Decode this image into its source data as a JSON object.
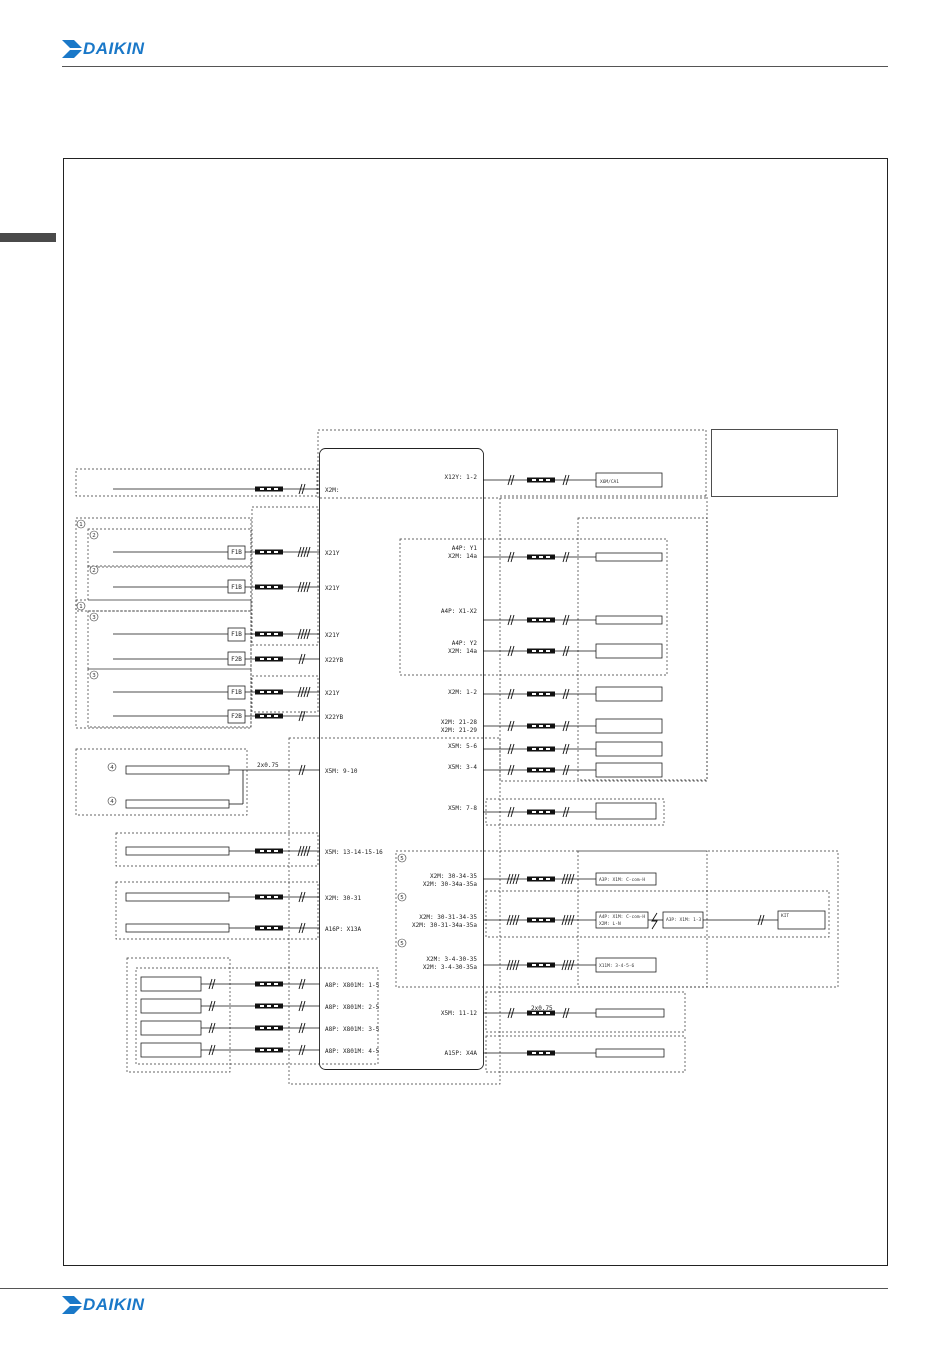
{
  "header": {
    "brand": "DAIKIN"
  },
  "footer": {
    "brand": "DAIKIN"
  },
  "labels": {
    "x2m": "X2M:",
    "x21y_1": "X21Y",
    "x21y_2": "X21Y",
    "x21y_3": "X21Y",
    "x22yb_1": "X22YB",
    "x21y_4": "X21Y",
    "x22yb_2": "X22YB",
    "x5m_9_10": "X5M: 9-10",
    "x5m_13_16": "X5M: 13-14-15-16",
    "x2m_30_31": "X2M: 30-31",
    "a16p_x13a": "A16P: X13A",
    "a8p_1_5": "A8P: X801M: 1-5",
    "a8p_2_5": "A8P: X801M: 2-5",
    "a8p_3_5": "A8P: X801M: 3-5",
    "a8p_4_5": "A8P: X801M: 4-5",
    "x12y": "X12Y: 1-2",
    "a4p_y1": "A4P: Y1",
    "x2m_14a_1": "X2M: 14a",
    "a4p_x1x2": "A4P: X1-X2",
    "a4p_y2": "A4P: Y2",
    "x2m_14a_2": "X2M: 14a",
    "x2m_1_2": "X2M: 1-2",
    "x2m_21_28": "X2M: 21-28",
    "x2m_21_29": "X2M: 21-29",
    "x5m_5_6": "X5M: 5-6",
    "x5m_3_4": "X5M: 3-4",
    "x5m_7_8": "X5M: 7-8",
    "x2m_30_34_35": "X2M: 30-34-35",
    "x2m_30_34a_35a": "X2M: 30-34a-35a",
    "x2m_30_31_34_35": "X2M: 30-31-34-35",
    "x2m_30_31_34a_35a": "X2M: 30-31-34a-35a",
    "x2m_3_4_30_35": "X2M: 3-4-30-35",
    "x2m_3_4_30_35a": "X2M: 3-4-30-35a",
    "x5m_11_12": "X5M: 11-12",
    "a15p_x4a": "A15P: X4A",
    "f1b_1": "F1B",
    "f1b_2": "F1B",
    "f1b_3": "F1B",
    "f2b_1": "F2B",
    "f1b_4": "F1B",
    "f2b_2": "F2B",
    "cable_2x075_left": "2x0.75",
    "cable_2x075_right": "2x0.75",
    "box_x12y": "X6M/CA1",
    "box_a3p": "A3P: X1M: C-com-H",
    "box_a4p": "A4P: X1M: C-com-H",
    "box_x2m_ln": "X2M: L-N",
    "box_a3p_2": "A3P: X1M: 1-3",
    "box_kit": "KIT",
    "box_x11m": "X11M: 3-4-5-6",
    "n1a": "1",
    "n2a": "2",
    "n2b": "2",
    "n1b": "1",
    "n3a": "3",
    "n3b": "3",
    "n4a": "4",
    "n4b": "4",
    "n5a": "5",
    "n5b": "5",
    "n5c": "5"
  },
  "colors": {
    "brand": "#1a78c8",
    "line": "#111111",
    "dash": "#333333"
  }
}
